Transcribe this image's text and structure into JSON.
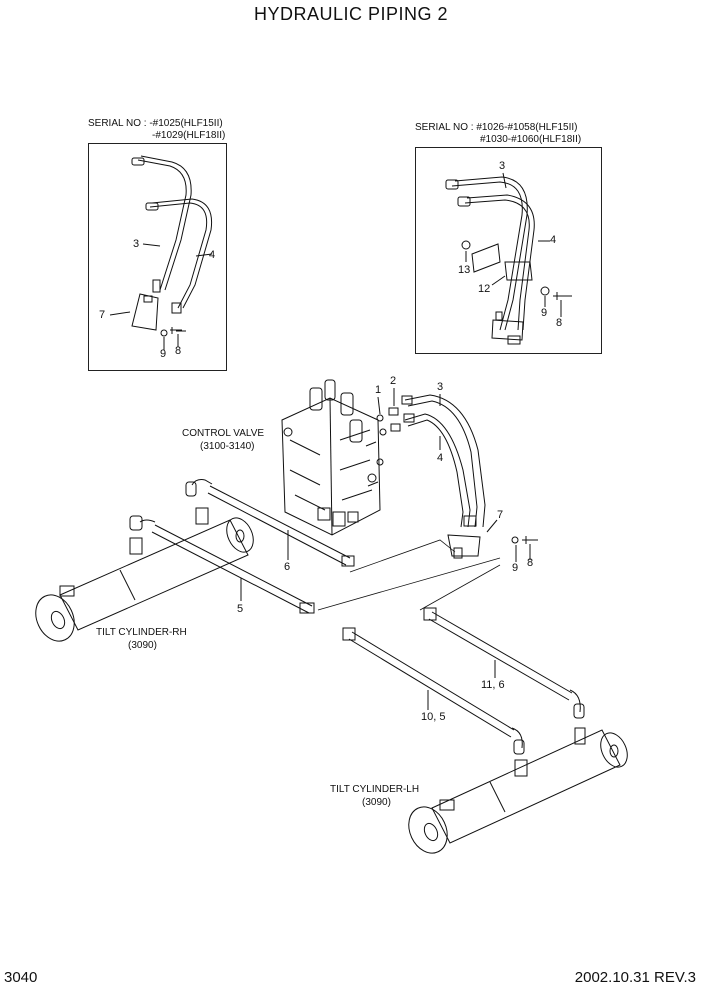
{
  "title": "HYDRAULIC PIPING 2",
  "page_number": "3040",
  "revision": "2002.10.31 REV.3",
  "insets": {
    "left": {
      "serial_line1": "SERIAL NO : -#1025(HLF15II)",
      "serial_line2": "-#1029(HLF18II)",
      "callouts": [
        "3",
        "4",
        "7",
        "9",
        "8"
      ]
    },
    "right": {
      "serial_line1": "SERIAL NO : #1026-#1058(HLF15II)",
      "serial_line2": "#1030-#1060(HLF18II)",
      "callouts": [
        "3",
        "4",
        "13",
        "12",
        "9",
        "8"
      ]
    }
  },
  "labels": {
    "control_valve": "CONTROL VALVE",
    "control_valve_ref": "(3100-3140)",
    "tilt_rh": "TILT CYLINDER-RH",
    "tilt_rh_ref": "(3090)",
    "tilt_lh": "TILT CYLINDER-LH",
    "tilt_lh_ref": "(3090)"
  },
  "callouts": {
    "c1": "1",
    "c2": "2",
    "c3": "3",
    "c4": "4",
    "c7": "7",
    "c9": "9",
    "c8": "8",
    "c6": "6",
    "c5": "5",
    "c11_6": "11, 6",
    "c10_5": "10, 5"
  }
}
